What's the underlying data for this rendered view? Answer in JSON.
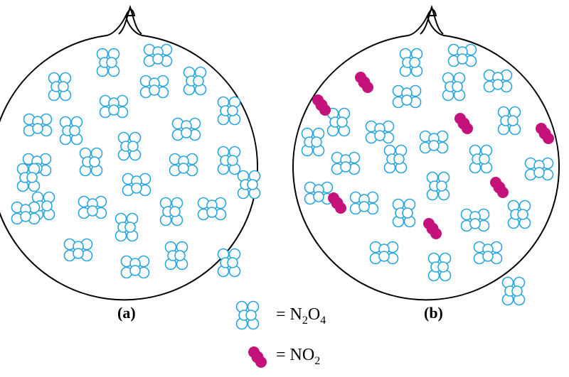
{
  "panels": [
    {
      "label": "(a)"
    },
    {
      "label": "(b)"
    }
  ],
  "legend": {
    "n2o4": {
      "eq": "= N",
      "sub1": "2",
      "mid": "O",
      "sub2": "4"
    },
    "no2": {
      "eq": "= NO",
      "sub1": "2"
    }
  },
  "colors": {
    "n2o4": "#2aa6dd",
    "no2": "#c4127a",
    "outline": "#000000"
  },
  "molecule_counts": {
    "panel_a": {
      "N2O4": 28,
      "NO2": 0
    },
    "panel_b": {
      "N2O4": 24,
      "NO2": 7
    }
  },
  "icons": {
    "n2o4": "n2o4-molecule-icon",
    "no2": "no2-molecule-icon"
  }
}
